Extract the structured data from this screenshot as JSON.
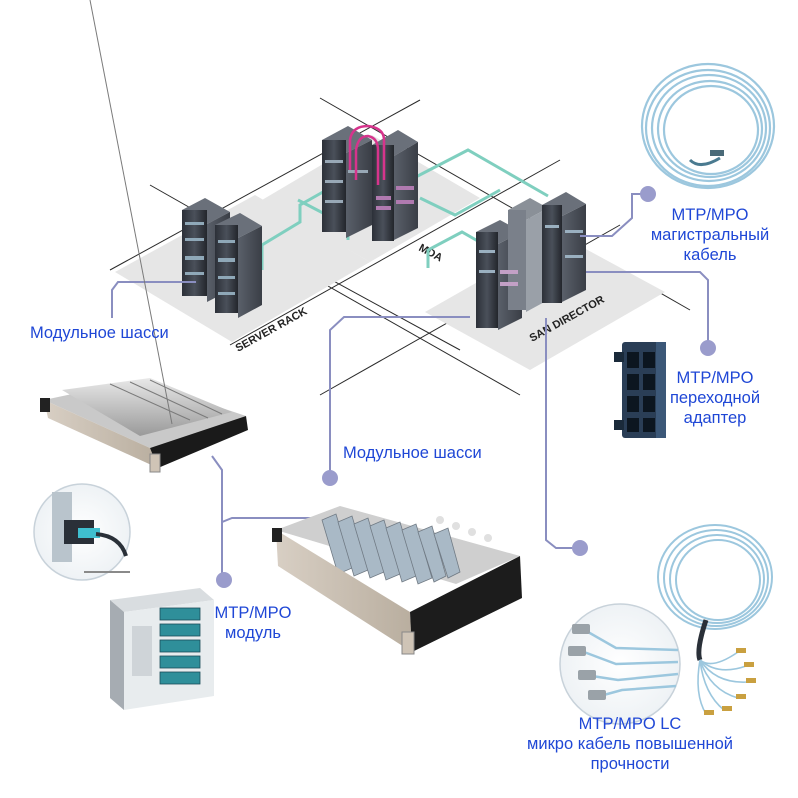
{
  "floor_labels": {
    "server_rack": "SERVER RACK",
    "mda": "MDA",
    "san_director": "SAN DIRECTOR"
  },
  "labels": {
    "trunk_cable": [
      "MTP/MPO",
      "магистральный",
      "кабель"
    ],
    "adapter": [
      "MTP/MPO",
      "переходной",
      "адаптер"
    ],
    "chassis_left": "Модульное шасси",
    "chassis_center": "Модульное шасси",
    "module": [
      "MTP/MPO",
      "модуль"
    ],
    "lc_cable": [
      "MTP/MPO LC",
      "микро кабель повышенной",
      "прочности"
    ]
  },
  "colors": {
    "label_text": "#1f47d6",
    "leader_line": "#8a8ec0",
    "leader_dot": "#9a9ccc",
    "floor_fill": "#e6e6e6",
    "floor_line": "#2a2a2a",
    "teal_cable": "#7fcfbf",
    "pink_cable": "#d6348c",
    "fiber_blue": "#9cc7de"
  }
}
